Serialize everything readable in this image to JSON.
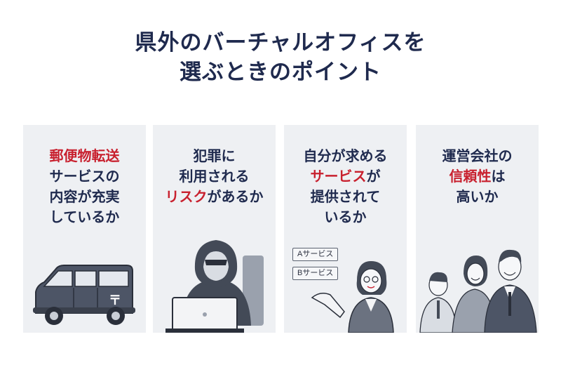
{
  "title": {
    "line1": "県外のバーチャルオフィスを",
    "line2": "選ぶときのポイント"
  },
  "colors": {
    "navy": "#1f2a4e",
    "accent": "#c8202e",
    "panel_bg": "#eef0f3"
  },
  "panels": [
    {
      "l1_hl": "郵便物転送",
      "l2": "サービスの",
      "l3": "内容が充実",
      "l4": "しているか",
      "icon": "mail-van"
    },
    {
      "l1": "犯罪に",
      "l2": "利用される",
      "l3_hl": "リスク",
      "l3_rest": "があるか",
      "icon": "hooded-hacker"
    },
    {
      "l1": "自分が求める",
      "l2_hl": "サービス",
      "l2_rest": "が",
      "l3": "提供されて",
      "l4": "いるか",
      "chip_a": "Aサービス",
      "chip_b": "Bサービス",
      "icon": "presenting-woman"
    },
    {
      "l1": "運営会社の",
      "l2_hl": "信頼性",
      "l2_rest": "は",
      "l3": "高いか",
      "icon": "business-team"
    }
  ]
}
